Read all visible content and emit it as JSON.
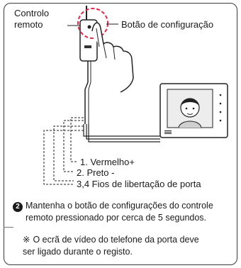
{
  "labels": {
    "remote_line1": "Controlo",
    "remote_line2": "remoto",
    "config_button": "Botão de configuração",
    "wire_red": "1. Vermelho+",
    "wire_black": "2. Preto -",
    "wire_door": "3,4 Fios de libertação de porta"
  },
  "step": {
    "number": "2",
    "text_line1": "Mantenha o botão de configurações do controle",
    "text_line2": "remoto pressionado por cerca de 5 segundos."
  },
  "note": {
    "mark": "※",
    "text_line1": "O ecrã de vídeo do telefone da porta deve",
    "text_line2": "ser ligado durante o registo."
  },
  "colors": {
    "highlight": "#e8264b",
    "line": "#222222"
  }
}
